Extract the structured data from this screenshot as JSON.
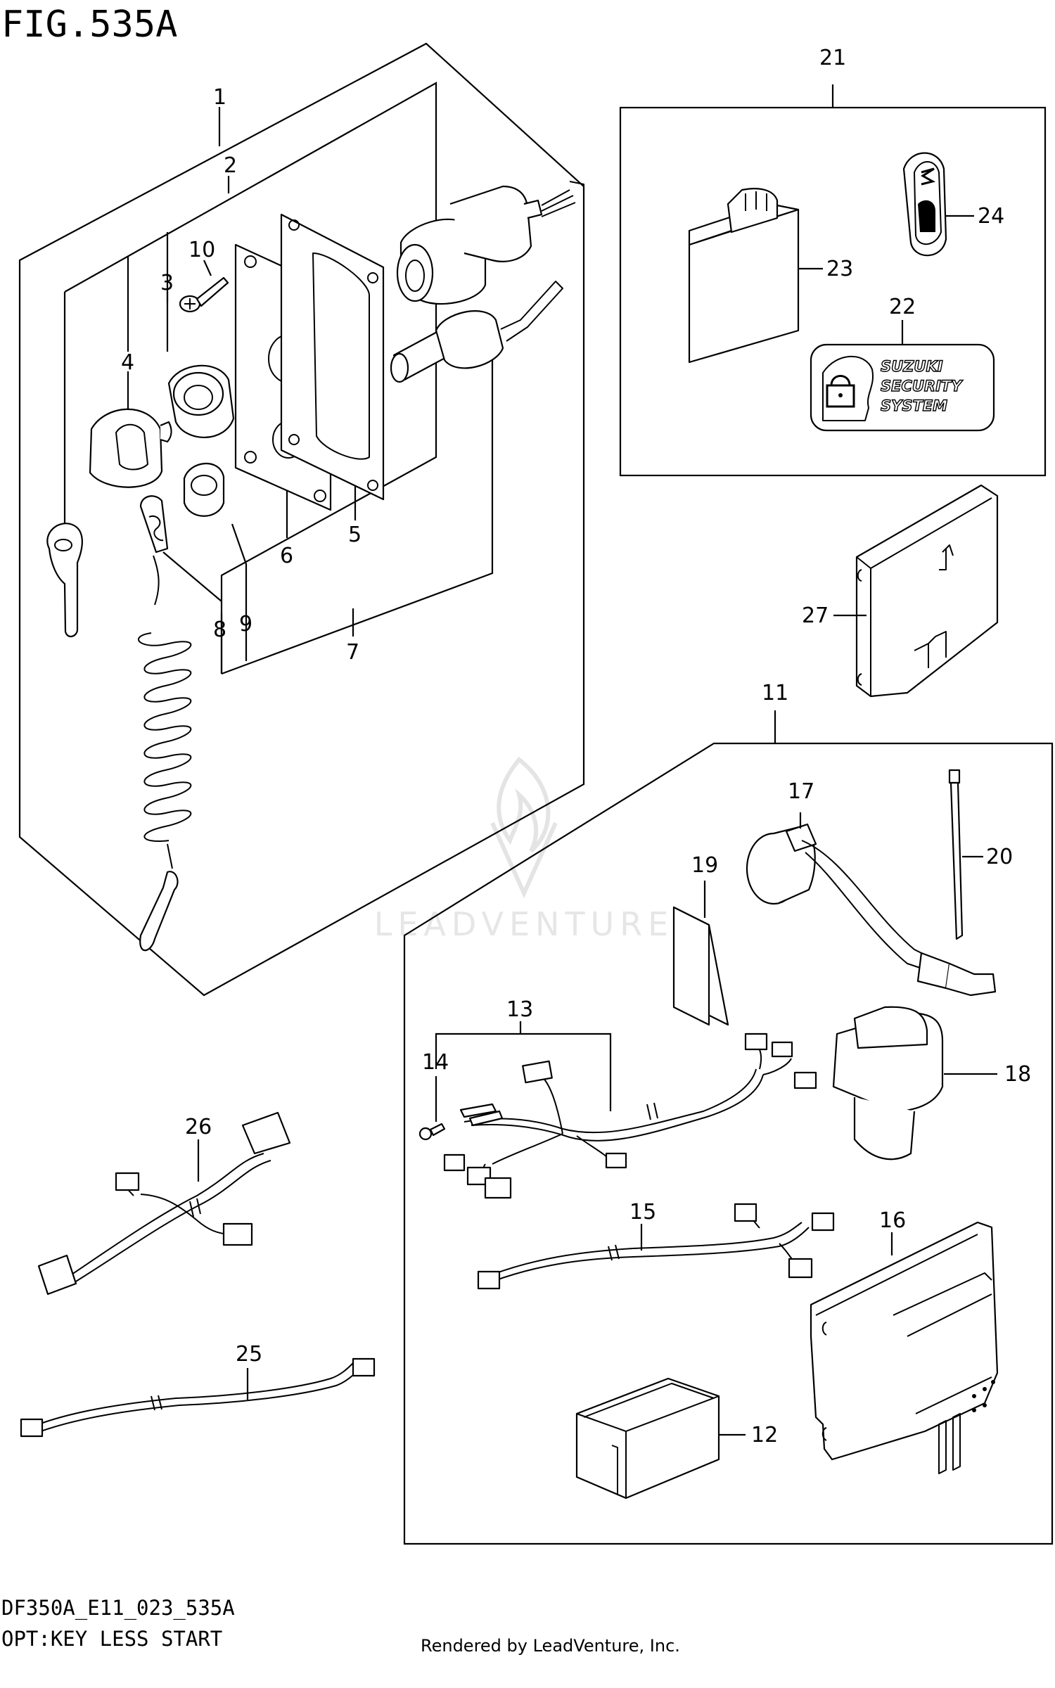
{
  "figure": {
    "title": "FIG.535A",
    "code": "DF350A_E11_023_535A",
    "name": "OPT:KEY LESS START",
    "footer": "Rendered by LeadVenture, Inc.",
    "watermark": "LEADVENTURE"
  },
  "badge": {
    "line1": "SUZUKI",
    "line2": "SECURITY",
    "line3": "SYSTEM"
  },
  "callouts": {
    "c1": "1",
    "c2": "2",
    "c3": "3",
    "c4": "4",
    "c5": "5",
    "c6": "6",
    "c7": "7",
    "c8": "8",
    "c9": "9",
    "c10": "10",
    "c11": "11",
    "c12": "12",
    "c13": "13",
    "c14": "14",
    "c15": "15",
    "c16": "16",
    "c17": "17",
    "c18": "18",
    "c19": "19",
    "c20": "20",
    "c21": "21",
    "c22": "22",
    "c23": "23",
    "c24": "24",
    "c25": "25",
    "c26": "26",
    "c27": "27"
  },
  "icons": {
    "watermark": "flame-v-logo-icon",
    "lock": "padlock-icon",
    "brand": "suzuki-s-logo-icon"
  }
}
